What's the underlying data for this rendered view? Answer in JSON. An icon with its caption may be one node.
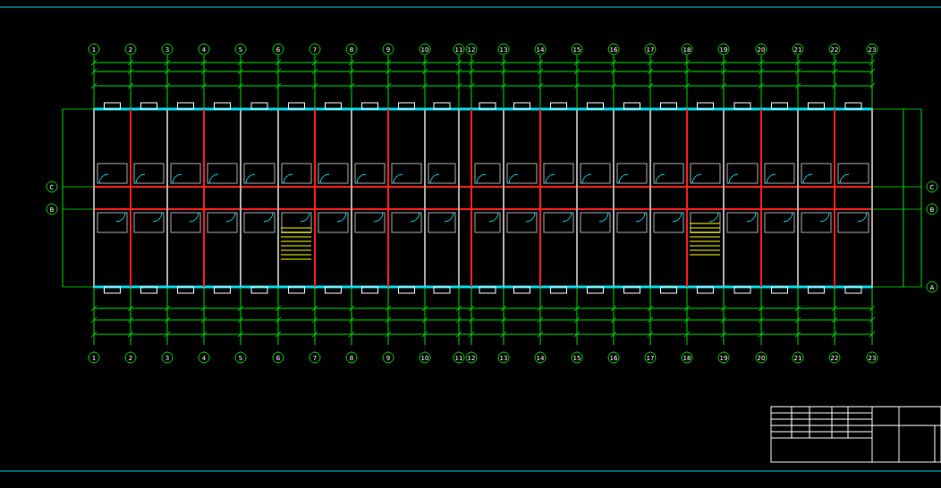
{
  "diagram": {
    "labels": [
      "1",
      "2",
      "3",
      "4",
      "5",
      "6",
      "7",
      "8",
      "9",
      "10",
      "11",
      "12",
      "13",
      "14",
      "15",
      "16",
      "17",
      "18",
      "19",
      "20",
      "21",
      "22",
      "23",
      "C",
      "B",
      "C",
      "B",
      "A",
      "1",
      "2",
      "3",
      "4",
      "5",
      "6",
      "7",
      "8",
      "9",
      "10",
      "11",
      "12",
      "13",
      "14",
      "15",
      "16",
      "17",
      "18",
      "19",
      "20",
      "21",
      "22",
      "23"
    ]
  }
}
